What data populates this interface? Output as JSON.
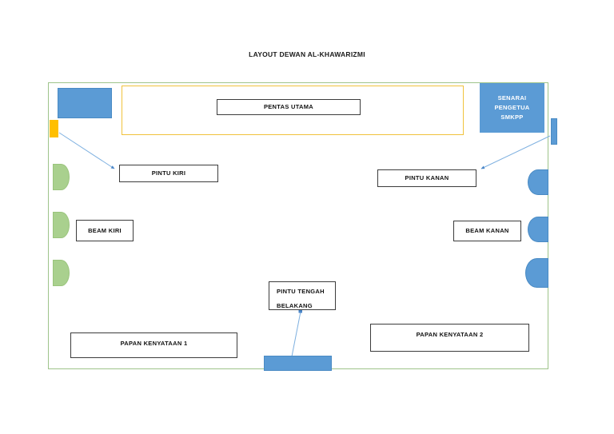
{
  "title": "LAYOUT DEWAN AL-KHAWARIZMI",
  "stage": {
    "main_stage_label": "PENTAS UTAMA"
  },
  "cards": {
    "senarai_pengetua": {
      "line1": "SENARAI",
      "line2": "PENGETUA",
      "line3": "SMKPP",
      "background_color": "#5B9BD5",
      "text_color": "#FFFFFF"
    }
  },
  "labels": {
    "pintu_kiri": "PINTU KIRI",
    "pintu_kanan": "PINTU KANAN",
    "beam_kiri": "BEAM KIRI",
    "beam_kanan": "BEAM KANAN",
    "pintu_tengah_belakang_line1": "PINTU TENGAH",
    "pintu_tengah_belakang_line2": "BELAKANG",
    "papan_kenyataan_1": "PAPAN KENYATAAN 1",
    "papan_kenyataan_2": "PAPAN KENYATAAN 2"
  },
  "colors": {
    "hall_border": "#9EC48A",
    "stage_border": "#F0C23C",
    "furniture_blue": "#5B9BD5",
    "wall_shape_green": "#A9D08E",
    "door_orange": "#FFBF00",
    "connector_blue": "#5B9BD5",
    "label_border": "#3C3C3C",
    "page_background": "#FFFFFF"
  },
  "shapes": {
    "left_wall_green_pads": 3,
    "right_wall_blue_pads": 3,
    "left_wall_orange_door": 1,
    "right_wall_blue_door": 1,
    "top_left_blue_block": 1,
    "bottom_center_blue_block": 1
  }
}
